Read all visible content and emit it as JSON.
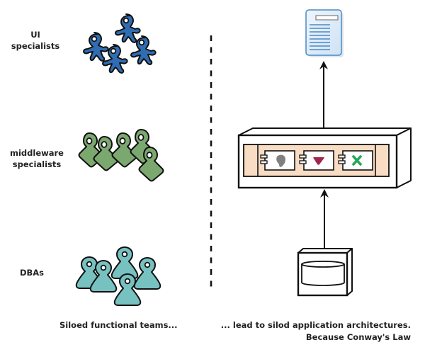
{
  "left": {
    "groups": [
      {
        "label_line1": "UI",
        "label_line2": "specialists",
        "icon": "blue-people-icon",
        "count": 4,
        "color": "#2f6db3"
      },
      {
        "label_line1": "middleware",
        "label_line2": "specialists",
        "icon": "green-people-icon",
        "count": 5,
        "color": "#7ba86f"
      },
      {
        "label_line1": "DBAs",
        "label_line2": "",
        "icon": "teal-people-icon",
        "count": 5,
        "color": "#77c1c1"
      }
    ],
    "caption": "Siloed functional teams..."
  },
  "right": {
    "top_icon": "document-icon",
    "middle_icon": "application-server-icon",
    "components": [
      {
        "icon": "blob-icon",
        "color": "#808080"
      },
      {
        "icon": "triangle-icon",
        "color": "#a0264f"
      },
      {
        "icon": "x-shape-icon",
        "color": "#26a65b"
      }
    ],
    "bottom_icon": "database-server-icon",
    "caption_line1": "... lead to silod application architectures.",
    "caption_line2": "Because Conway's Law"
  },
  "colors": {
    "app_band": "#f9dcc4",
    "doc_fill": "#dbe9f7",
    "doc_stroke": "#4a8ac4"
  }
}
